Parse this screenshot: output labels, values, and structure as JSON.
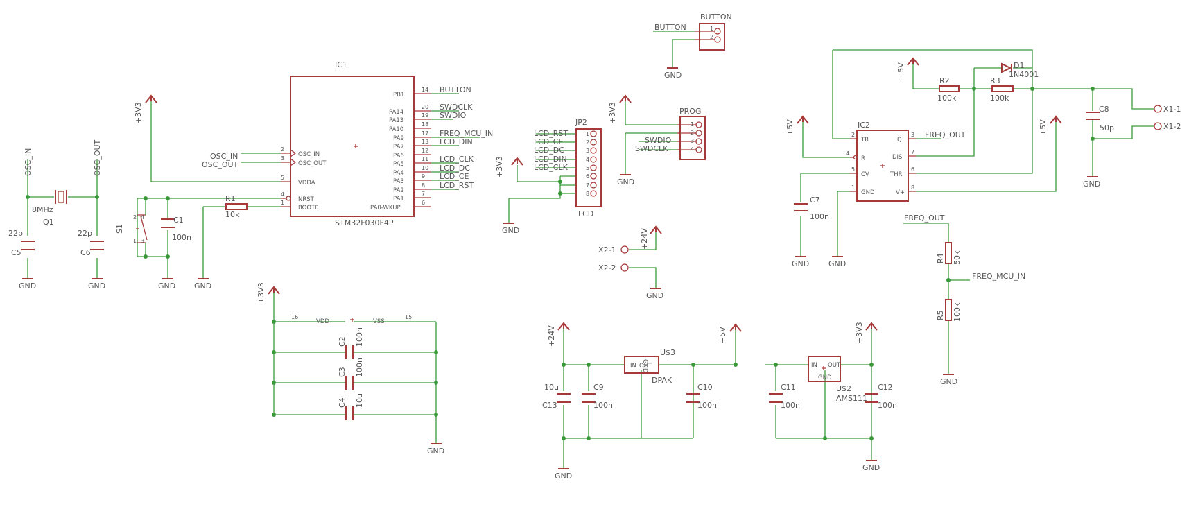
{
  "labels": {
    "t_l0": "OSC_IN",
    "t_l1": "OSC_OUT",
    "t_l2": "8MHz",
    "t_l3": "Q1",
    "t_l4": "22p",
    "t_l5": "C5",
    "t_l6": "22p",
    "t_l7": "C6",
    "t_l8": "GND",
    "t_l9": "GND",
    "t_l10": "+3V3",
    "t_l11": "OSC_IN",
    "t_l12": "OSC_OUT",
    "t_l13": "S1",
    "t_l14": "C1",
    "t_l15": "100n",
    "t_l16": "R1",
    "t_l17": "10k",
    "t_l18": "GND",
    "t_l19": "GND",
    "t_l20": "IC1",
    "t_l21": "STM32F030F4P",
    "t_l22": "BUTTON",
    "t_l23": "SWDCLK",
    "t_l24": "SWDIO",
    "t_l25": "FREQ_MCU_IN",
    "t_l26": "LCD_DIN",
    "t_l27": "LCD_CLK",
    "t_l28": "LCD_DC",
    "t_l29": "LCD_CE",
    "t_l30": "LCD_RST",
    "t_l31": "+3V3",
    "t_l32": "VDD",
    "t_l33": "VSS",
    "t_l34": "C2",
    "t_l35": "100n",
    "t_l36": "C3",
    "t_l37": "100n",
    "t_l38": "C4",
    "t_l39": "10u",
    "t_l40": "GND",
    "t_l41": "BUTTON",
    "t_l42": "BUTTON",
    "t_l43": "GND",
    "t_l44": "+3V3",
    "t_l45": "PROG",
    "t_l46": "SWDIO",
    "t_l47": "SWDCLK",
    "t_l48": "GND",
    "t_l49": "JP2",
    "t_l50": "LCD_RST",
    "t_l51": "LCD_CE",
    "t_l52": "LCD_DC",
    "t_l53": "LCD_DIN",
    "t_l54": "LCD_CLK",
    "t_l55": "+3V3",
    "t_l56": "GND",
    "t_l57": "LCD",
    "t_l58": "+24V",
    "t_l59": "X2-1",
    "t_l60": "X2-2",
    "t_l61": "GND",
    "t_l62": "+24V",
    "t_l63": "GND",
    "t_l64": "10u",
    "t_l65": "C13",
    "t_l66": "C9",
    "t_l67": "100n",
    "t_l68": "U$3",
    "t_l69": "DPAK",
    "t_l70": "C10",
    "t_l71": "100n",
    "t_l72": "+5V",
    "t_l73": "C11",
    "t_l74": "100n",
    "t_l75": "U$2",
    "t_l76": "AMS111",
    "t_l77": "+3V3",
    "t_l78": "C12",
    "t_l79": "100n",
    "t_l80": "GND",
    "t_l81": "+5V",
    "t_l82": "R2",
    "t_l83": "100k",
    "t_l84": "R3",
    "t_l85": "100k",
    "t_l86": "D1",
    "t_l87": "1N4001",
    "t_l88": "C8",
    "t_l89": "50p",
    "t_l90": "X1-1",
    "t_l91": "X1-2",
    "t_l92": "GND",
    "t_l93": "+5V",
    "t_l94": "+5V",
    "t_l95": "IC2",
    "t_l96": "FREQ_OUT",
    "t_l97": "C7",
    "t_l98": "100n",
    "t_l99": "GND",
    "t_l100": "GND",
    "t_l101": "FREQ_OUT",
    "t_l102": "R4",
    "t_l103": "50k",
    "t_l104": "FREQ_MCU_IN",
    "t_l105": "R5",
    "t_l106": "100k",
    "t_l107": "GND"
  },
  "pins": {
    "t_p0": "PB1",
    "t_p1": "PA14",
    "t_p2": "PA13",
    "t_p3": "PA10",
    "t_p4": "PA9",
    "t_p5": "PA7",
    "t_p6": "PA6",
    "t_p7": "PA5",
    "t_p8": "PA4",
    "t_p9": "PA3",
    "t_p10": "PA2",
    "t_p11": "PA1",
    "t_p12": "PA0-WKUP",
    "t_p13": "OSC_IN",
    "t_p14": "OSC_OUT",
    "t_p15": "VDDA",
    "t_p16": "NRST",
    "t_p17": "BOOT0",
    "t_p18": "14",
    "t_p19": "20",
    "t_p20": "19",
    "t_p21": "18",
    "t_p22": "17",
    "t_p23": "13",
    "t_p24": "12",
    "t_p25": "11",
    "t_p26": "10",
    "t_p27": "9",
    "t_p28": "8",
    "t_p29": "7",
    "t_p30": "6",
    "t_p31": "2",
    "t_p32": "3",
    "t_p33": "5",
    "t_p34": "4",
    "t_p35": "1",
    "t_p36": "16",
    "t_p37": "15",
    "t_p38": "2",
    "t_p39": "4",
    "t_p40": "1",
    "t_p41": "3",
    "t_p42": "1",
    "t_p43": "2",
    "t_p44": "1",
    "t_p45": "2",
    "t_p46": "3",
    "t_p47": "4",
    "t_p48": "1",
    "t_p49": "2",
    "t_p50": "3",
    "t_p51": "4",
    "t_p52": "5",
    "t_p53": "6",
    "t_p54": "7",
    "t_p55": "8",
    "t_p56": "IN",
    "t_p57": "OUT",
    "t_p58": "GND",
    "t_p59": "IN",
    "t_p60": "OUT",
    "t_p61": "GND",
    "t_p62": "TR",
    "t_p63": "Q",
    "t_p64": "R",
    "t_p65": "DIS",
    "t_p66": "CV",
    "t_p67": "THR",
    "t_p68": "GND",
    "t_p69": "V+",
    "t_p70": "2",
    "t_p71": "3",
    "t_p72": "4",
    "t_p73": "7",
    "t_p74": "5",
    "t_p75": "6",
    "t_p76": "1",
    "t_p77": "8"
  }
}
